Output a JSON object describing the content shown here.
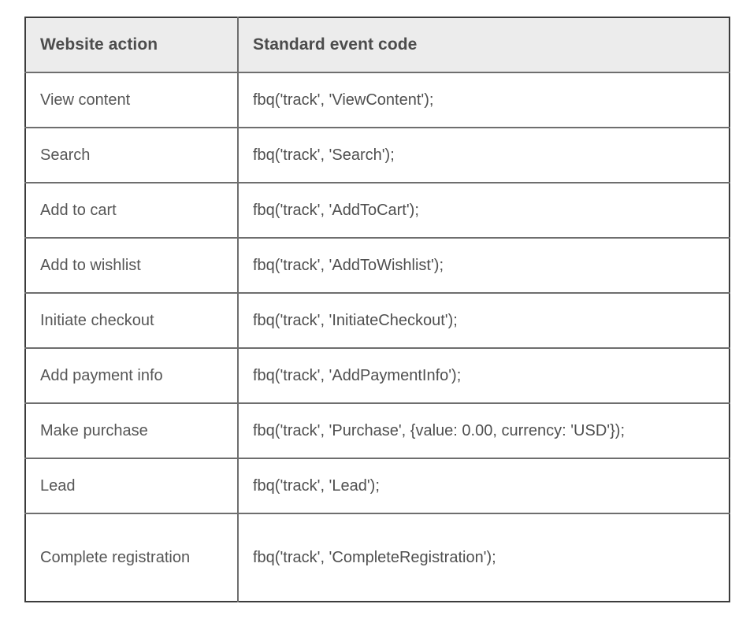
{
  "table": {
    "headers": [
      "Website action",
      "Standard event code"
    ],
    "rows": [
      {
        "action": "View content",
        "code": "fbq('track', 'ViewContent');"
      },
      {
        "action": "Search",
        "code": "fbq('track', 'Search');"
      },
      {
        "action": "Add to cart",
        "code": "fbq('track', 'AddToCart');"
      },
      {
        "action": "Add to wishlist",
        "code": "fbq('track', 'AddToWishlist');"
      },
      {
        "action": "Initiate checkout",
        "code": "fbq('track', 'InitiateCheckout');"
      },
      {
        "action": "Add payment info",
        "code": "fbq('track', 'AddPaymentInfo');"
      },
      {
        "action": "Make purchase",
        "code": "fbq('track', 'Purchase', {value: 0.00, currency: 'USD'});"
      },
      {
        "action": "Lead",
        "code": "fbq('track', 'Lead');"
      },
      {
        "action": "Complete registration",
        "code": "fbq('track', 'CompleteRegistration');"
      }
    ]
  },
  "colors": {
    "header_background": "#ececec",
    "header_text": "#4c4c4c",
    "body_text": "#545454",
    "grid_border": "#6e6e6e",
    "outer_border": "#3c3c3c",
    "page_background": "#ffffff"
  }
}
